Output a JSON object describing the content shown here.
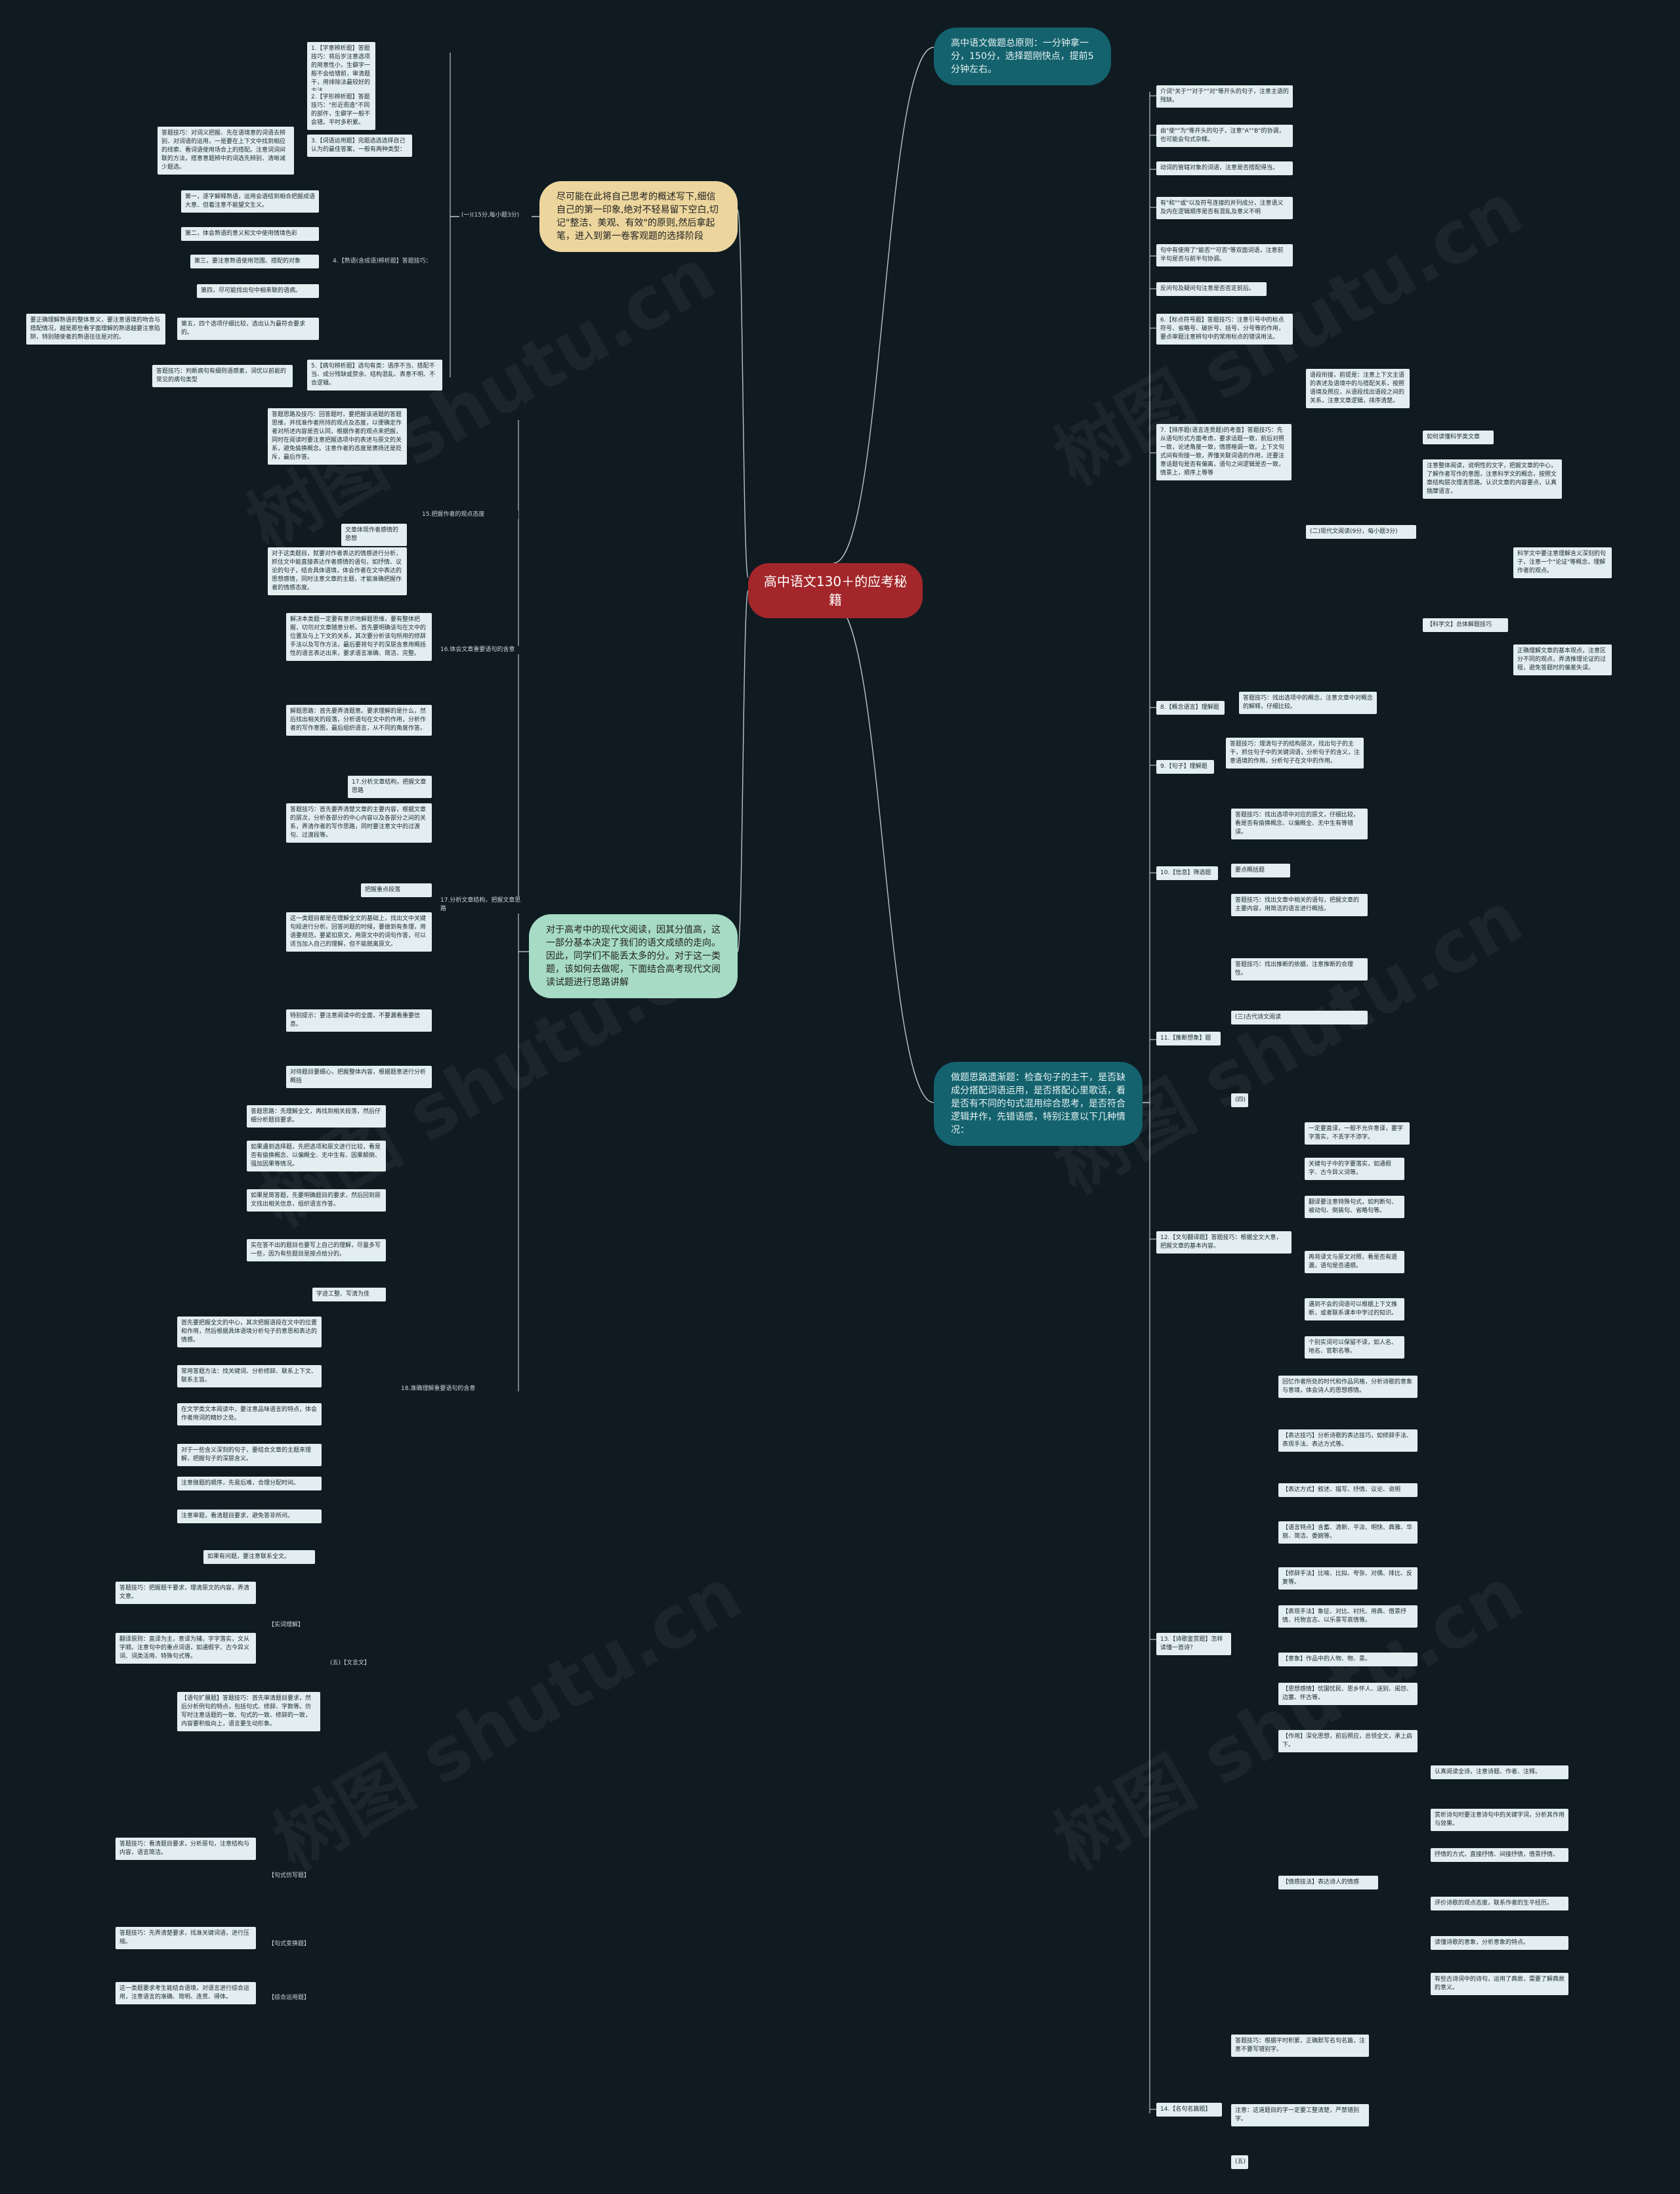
{
  "root": "高中语文130＋的应考秘籍",
  "branches": {
    "time": "高中语文做题总原则：一分钟拿一分，150分，选择题刚快点，提前5分钟左右。",
    "method": "做题思路遗渐题：检查句子的主干，是否缺成分搭配词语运用，是否搭配心里歌话，看是否有不同的句式混用综合思考，是否符合逻辑并作，先错语感，特别注意以下几种情况：",
    "guwen": "尽可能在此将自己思考的概述写下,细信自己的第一印象,绝对不轻易留下空白,切记\"整洁、美观、有效\"的原则,然后拿起笔，进入到第一卷客观题的选择阶段",
    "modern": "对于高考中的现代文阅读，因其分值高，这一部分基本决定了我们的语文成绩的走向。因此，同学们不能丢太多的分。对于这一类题，该如何去做呢，下面结合高考现代文阅读试题进行思路讲解"
  },
  "top_left": {
    "l1": "1.【字意辨析题】答题技巧：将后岁注意选项的用意性小，生僻字一般不会给错前，审清题干，用排除法最较好的方法。",
    "l2": "2.【字形辨析题】答题技巧：\"形近而造\"不同的部件，生僻字一般不会错。平时多积累。",
    "l3": "3.【词语运用题】完题选选选择自己认为的最佳答案，一般有两种类型：",
    "l3a": "答题技巧：对词义把握、先在语境意的词语去辨别、对词语的运用，一是要在上下文中找到相应的线索、看词语使用场合上的搭配。注意词词间联的方法，搭意意题辨中的词选先辨别、清晰减少题选。",
    "label_31": "(一)(15分,每小题3分)",
    "l4": "4.【熟语(含成语)辨析题】答题技巧：",
    "l4a": "第一，逐字解释熟语，运用会语结到相合把握成语大意、但着注意不能望文生义。",
    "l4b": "第二，体会熟语的意义和文中使用情境色彩",
    "l4c": "第三，要注意熟语使用范围、搭配的对象",
    "l4d": "第四，尽可能找出句中相来联的语病。",
    "l4e": "第五，四个选项仔细比较，选出认为最符合要求的。",
    "l4f": "要正确理解熟语的整体意义，要注意语境的吻合与搭配情况，越是那些看字面理解的熟语越要注意陷阱，特别随使者的熟语往往是对的。",
    "l5": "5.【病句辨析题】选句有类：语序不当、搭配不当、成分残缺或赘余、结构混乱、表意不明、不合逻辑。",
    "l5a": "答题技巧：判断病句有细则语感素，词优以前能的常见的病句类型"
  },
  "left_modern": {
    "m15_label": "15.把握作者的观点态度",
    "m15": "答题思路及技巧：回答题时，要把握该道题的答题思维，并找准作者所持的观点及态度，以便确定作者对所述内容是否认同，根据作者的观点来把握，同时在阅读时要注意把握选项中的表述与原文的关系，避免偷换概念。注意作者的态度是褒扬还是贬斥，最后作答。",
    "m15b": "文章体现作者感情的思想",
    "m15c": "对于这类题目，就要对作者表达的情感进行分析，抓住文中能直接表达作者感情的语句，如抒情、议论的句子，结合具体语境，体会作者在文中表达的思想感情，同时注意文章的主题，才能准确把握作者的情感态度。",
    "m16_label": "16.体会文章重要语句的含意",
    "m16": "解决本类题一定要有意识地解题思维，要有整体把握，切勿对文章随意分析。首先要明确该句在文中的位置及与上下文的关系，其次要分析该句所用的修辞手法以及写作方法，最后要将句子的深层含意用概括性的语言表达出来，要求语言准确、简洁、完整。",
    "m17a": "解题思路：首先要弄清题意。要求理解的是什么，然后找出相关的段落，分析语句在文中的作用，分析作者的写作意图，最后组织语言，从不同的角度作答。",
    "m17_label": "17.分析文章结构，把握文章思路",
    "m17b": "答题技巧：首先要弄清楚文章的主要内容，根据文章的层次，分析各部分的中心内容以及各部分之间的关系，弄清作者的写作思路，同时要注意文中的过渡句、过渡段等。",
    "m17c": "把握重点段落",
    "m17d": "这一类题目都是在理解全文的基础上，找出文中关键句段进行分析。回答问题的时候，要做到有条理，用语要规范，要紧扣原文，用原文中的词句作答，可以适当加入自己的理解，但不能脱离原文。",
    "m17e": "特别提示：要注意阅读中的全面，不要漏看重要信息。",
    "m17f": "对待题目要细心，把握整体内容，根据题意进行分析概括",
    "m18a": "答题思路：先理解全文，再找到相关段落，然后仔细分析题目要求。",
    "m18b": "如果遇到选择题，先把选项和原文进行比较，看是否有偷换概念、以偏概全、无中生有、因果颠倒、强加因果等情况。",
    "m18c": "如果是简答题，先要明确题目的要求，然后回到原文找出相关信息，组织语言作答。",
    "m18d": "实在答不出的题目也要写上自己的理解，尽量多写一些，因为有些题目是按点给分的。",
    "m18e": "字迹工整、写清为佳",
    "m18_label": "18.准确理解重要语句的含意",
    "m18f": "首先要把握全文的中心，其次把握语段在文中的位置和作用，然后根据具体语境分析句子的意思和表达的情感。",
    "m18g": "常用答题方法：找关键词、分析修辞、联系上下文、联系主旨。",
    "m18h": "在文学类文本阅读中，要注意品味语言的特点，体会作者用词的精妙之处。",
    "m18i": "对于一些含义深刻的句子，要结合文章的主题来理解，把握句子的深层含义。",
    "m18j": "注意做题的顺序，先易后难，合理分配时间。",
    "m18k": "注意审题，看清题目要求，避免答非所问。",
    "m18l": "如果有问题，要注意联系全文。",
    "wy_label": "(五)【文言文】",
    "wy1": "答题技巧：把握题干要求，理清原文的内容，弄清文意。",
    "wy1_label": "【实词理解】",
    "wy2": "翻译原则：直译为主，意译为辅，字字落实，文从字顺。注意句中的重点词语，如通假字、古今异义词、词类活用、特殊句式等。",
    "wy3": "【语句扩展题】答题技巧：首先审清题目要求，然后分析例句的特点，包括句式、修辞、字数等。仿写时注意话题的一致、句式的一致、修辞的一致，内容要积极向上，语言要生动形象。",
    "wy4": "答题技巧：看清题目要求，分析原句，注意结构与内容，语言简洁。",
    "wy4_label": "【句式仿写题】",
    "wy5": "答题技巧：先弄清楚要求，找准关键词语，进行压缩。",
    "wy5_label": "【句式变换题】",
    "wy6": "这一类题要求考生能结合语境，对语言进行综合运用，注意语言的准确、简明、连贯、得体。",
    "wy6_label": "【综合运用题】"
  },
  "right_col": {
    "r1": "介词\"关于\"\"对于\"\"对\"等开头的句子，注意主语的残缺。",
    "r2": "由\"使\"\"为\"等开头的句子，注意\"A\"\"B\"的协调，也可能会句式杂糅。",
    "r3": "动词的管辖对象的词语，注意是否搭配得当。",
    "r4": "有\"和\"\"或\"以及符号连接的并列成分，注意语义及内在逻辑顺序是否有混乱及意义不明",
    "r5": "句中有使用了\"能否\"\"可否\"等双面词语，注意前半句是否与前半句协调。",
    "r6": "反问句及疑问句注意是否否定前后。",
    "r7": "6.【标点符号题】答题技巧：注意引号中的标点符号、省略号、破折号、括号、分号等的作用，要点审题注意辨句中的常用标点的错误用法。",
    "r8_label": "7.【排序题(语言连贯题)的考查】答题技巧：先从语句形式方面考虑，要求话题一致，前后对照一致，论述角度一致，情感格调一致。上下文句式间有衔接一致，弄懂关联词语的作用，还要注意话题句是否有偏离，语句之间逻辑是否一致，情景上，顺序上等等",
    "r8a": "语段衔接，前提是：注意上下文主语的表述及语境中的与搭配关系，按照语境及照应，从语段找出语段之间的关系，注意文章逻辑，排序清楚。",
    "r8b": "如何读懂科学类文章",
    "r8c": "注意整体阅读，说明性的文字，把握文章的中心，了解作者写作的意图，注意科学文的概念，按照文章结构层次理清思路。认识文章的内容要点，认真揣摩语言，",
    "r8d": "(二)现代文阅读(9分，每小题3分)",
    "r8e": "科学文中要注意理解含义深刻的句子，注意一个\"论证\"等概念，理解作者的观点。",
    "r8f": "【科学文】总体解题技巧",
    "r8g": "正确理解文章的基本观点，注意区分不同的观点，弄清推理论证的过程，避免答题时的偏差失误。",
    "r9_label": "8.【概念语言】理解题",
    "r9": "答题技巧：找出选项中的概念，注意文章中对概念的解释，仔细比较。",
    "r10_label": "9.【句子】理解题",
    "r10": "答题技巧：理清句子的结构层次，找出句子的主干，抓住句子中的关键词语，分析句子的含义，注意语境的作用，分析句子在文中的作用。",
    "r11_label": "10.【信息】筛选题",
    "r11a": "答题技巧：找出选项中对应的原文，仔细比较，看是否有偷换概念、以偏概全、无中生有等错误。",
    "r11b": "要点概括题",
    "r11c": "答题技巧：找出文章中相关的语句，把握文章的主要内容，用简洁的语言进行概括。",
    "r12_label": "11.【推断想象】题",
    "r12a": "答题技巧：找出推断的依据，注意推断的合理性。",
    "r12b": "(三)古代诗文阅读",
    "r12c": "(四)",
    "r13_label": "12.【文句翻译题】答题技巧：根据全文大意，把握文章的基本内容。",
    "r13a": "一定要直译，一般不允许意译，要字字落实，不丢字不添字。",
    "r13b": "关键句子中的字要落实，如通假字、古今异义词等。",
    "r13c": "翻译要注意特殊句式，如判断句、被动句、倒装句、省略句等。",
    "r13d": "再将译文与原文对照，看是否有遗漏，语句是否通顺。",
    "r13e": "遇到不会的词语可以根据上下文推断，或者联系课本中学过的知识。",
    "r13f": "个别实词可以保留不译，如人名、地名、官职名等。",
    "r14_label": "13.【诗歌鉴赏题】怎样读懂一首诗？",
    "r14a": "回忆作者所处的时代和作品风格，分析诗歌的意象与意境，体会诗人的思想感情。",
    "r14b": "【表达技巧】分析诗歌的表达技巧，如修辞手法、表现手法、表达方式等。",
    "r14c": "【表达方式】叙述、描写、抒情、议论、说明",
    "r14d": "【语言特点】含蓄、清新、平淡、明快、典雅、华丽、简洁、委婉等。",
    "r14e": "【修辞手法】比喻、比拟、夸张、对偶、排比、反复等。",
    "r14f": "【表现手法】象征、对比、衬托、用典、借景抒情、托物言志、以乐景写哀情等。",
    "r14g": "【意象】作品中的人物、物、景。",
    "r14h": "【思想感情】忧国忧民、思乡怀人、送别、闺怨、边塞、怀古等。",
    "r14i": "【作用】深化思想，前后照应，总领全文，承上启下。",
    "r15_label": "【情感技法】表达诗人的情感",
    "r15a": "认真阅读全诗，注意诗题、作者、注释。",
    "r15b": "赏析诗句时要注意诗句中的关键字词，分析其作用与效果。",
    "r15c": "抒情的方式，直接抒情、间接抒情，借景抒情。",
    "r15d": "评价诗歌的观点态度，联系作者的生平经历。",
    "r15e": "读懂诗歌的意象，分析意象的特点。",
    "r15f": "有些古诗词中的诗句，运用了典故，需要了解典故的意义。",
    "r16_label": "14.【名句名篇题】",
    "r16a": "答题技巧：根据平时积累，正确默写名句名篇，注意不要写错别字。",
    "r16b": "注意：这道题目的字一定要工整清楚，严禁错别字。",
    "r16c": "(五)"
  },
  "watermarks": [
    "树图 shutu.cn",
    "树图 shutu.cn",
    "树图 shutu.cn",
    "树图 shutu.cn",
    "树图 shutu.cn",
    "树图 shutu.cn"
  ],
  "colors": {
    "bg": "#0f1b21",
    "root": "#a3262a",
    "teal": "#14626d",
    "sand": "#ecd69d",
    "mint": "#a7dbc6",
    "leaf": "#e3eef0",
    "wire": "#b9c4c6"
  }
}
